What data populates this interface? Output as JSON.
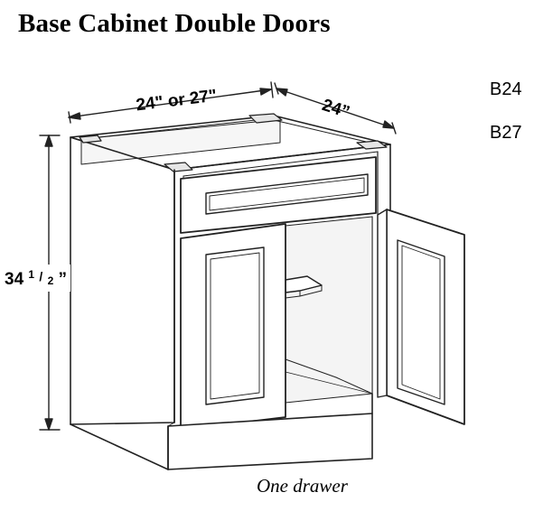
{
  "title": "Base Cabinet Double Doors",
  "models": [
    "B24",
    "B27"
  ],
  "caption": "One drawer",
  "dimensions": {
    "width": "24\" or 27\"",
    "depth": "24”",
    "height_whole": "34",
    "height_frac_num": "1",
    "height_frac_den": "2",
    "height_close": "”"
  },
  "colors": {
    "line": "#222222",
    "interior": "#f4f4f4"
  }
}
